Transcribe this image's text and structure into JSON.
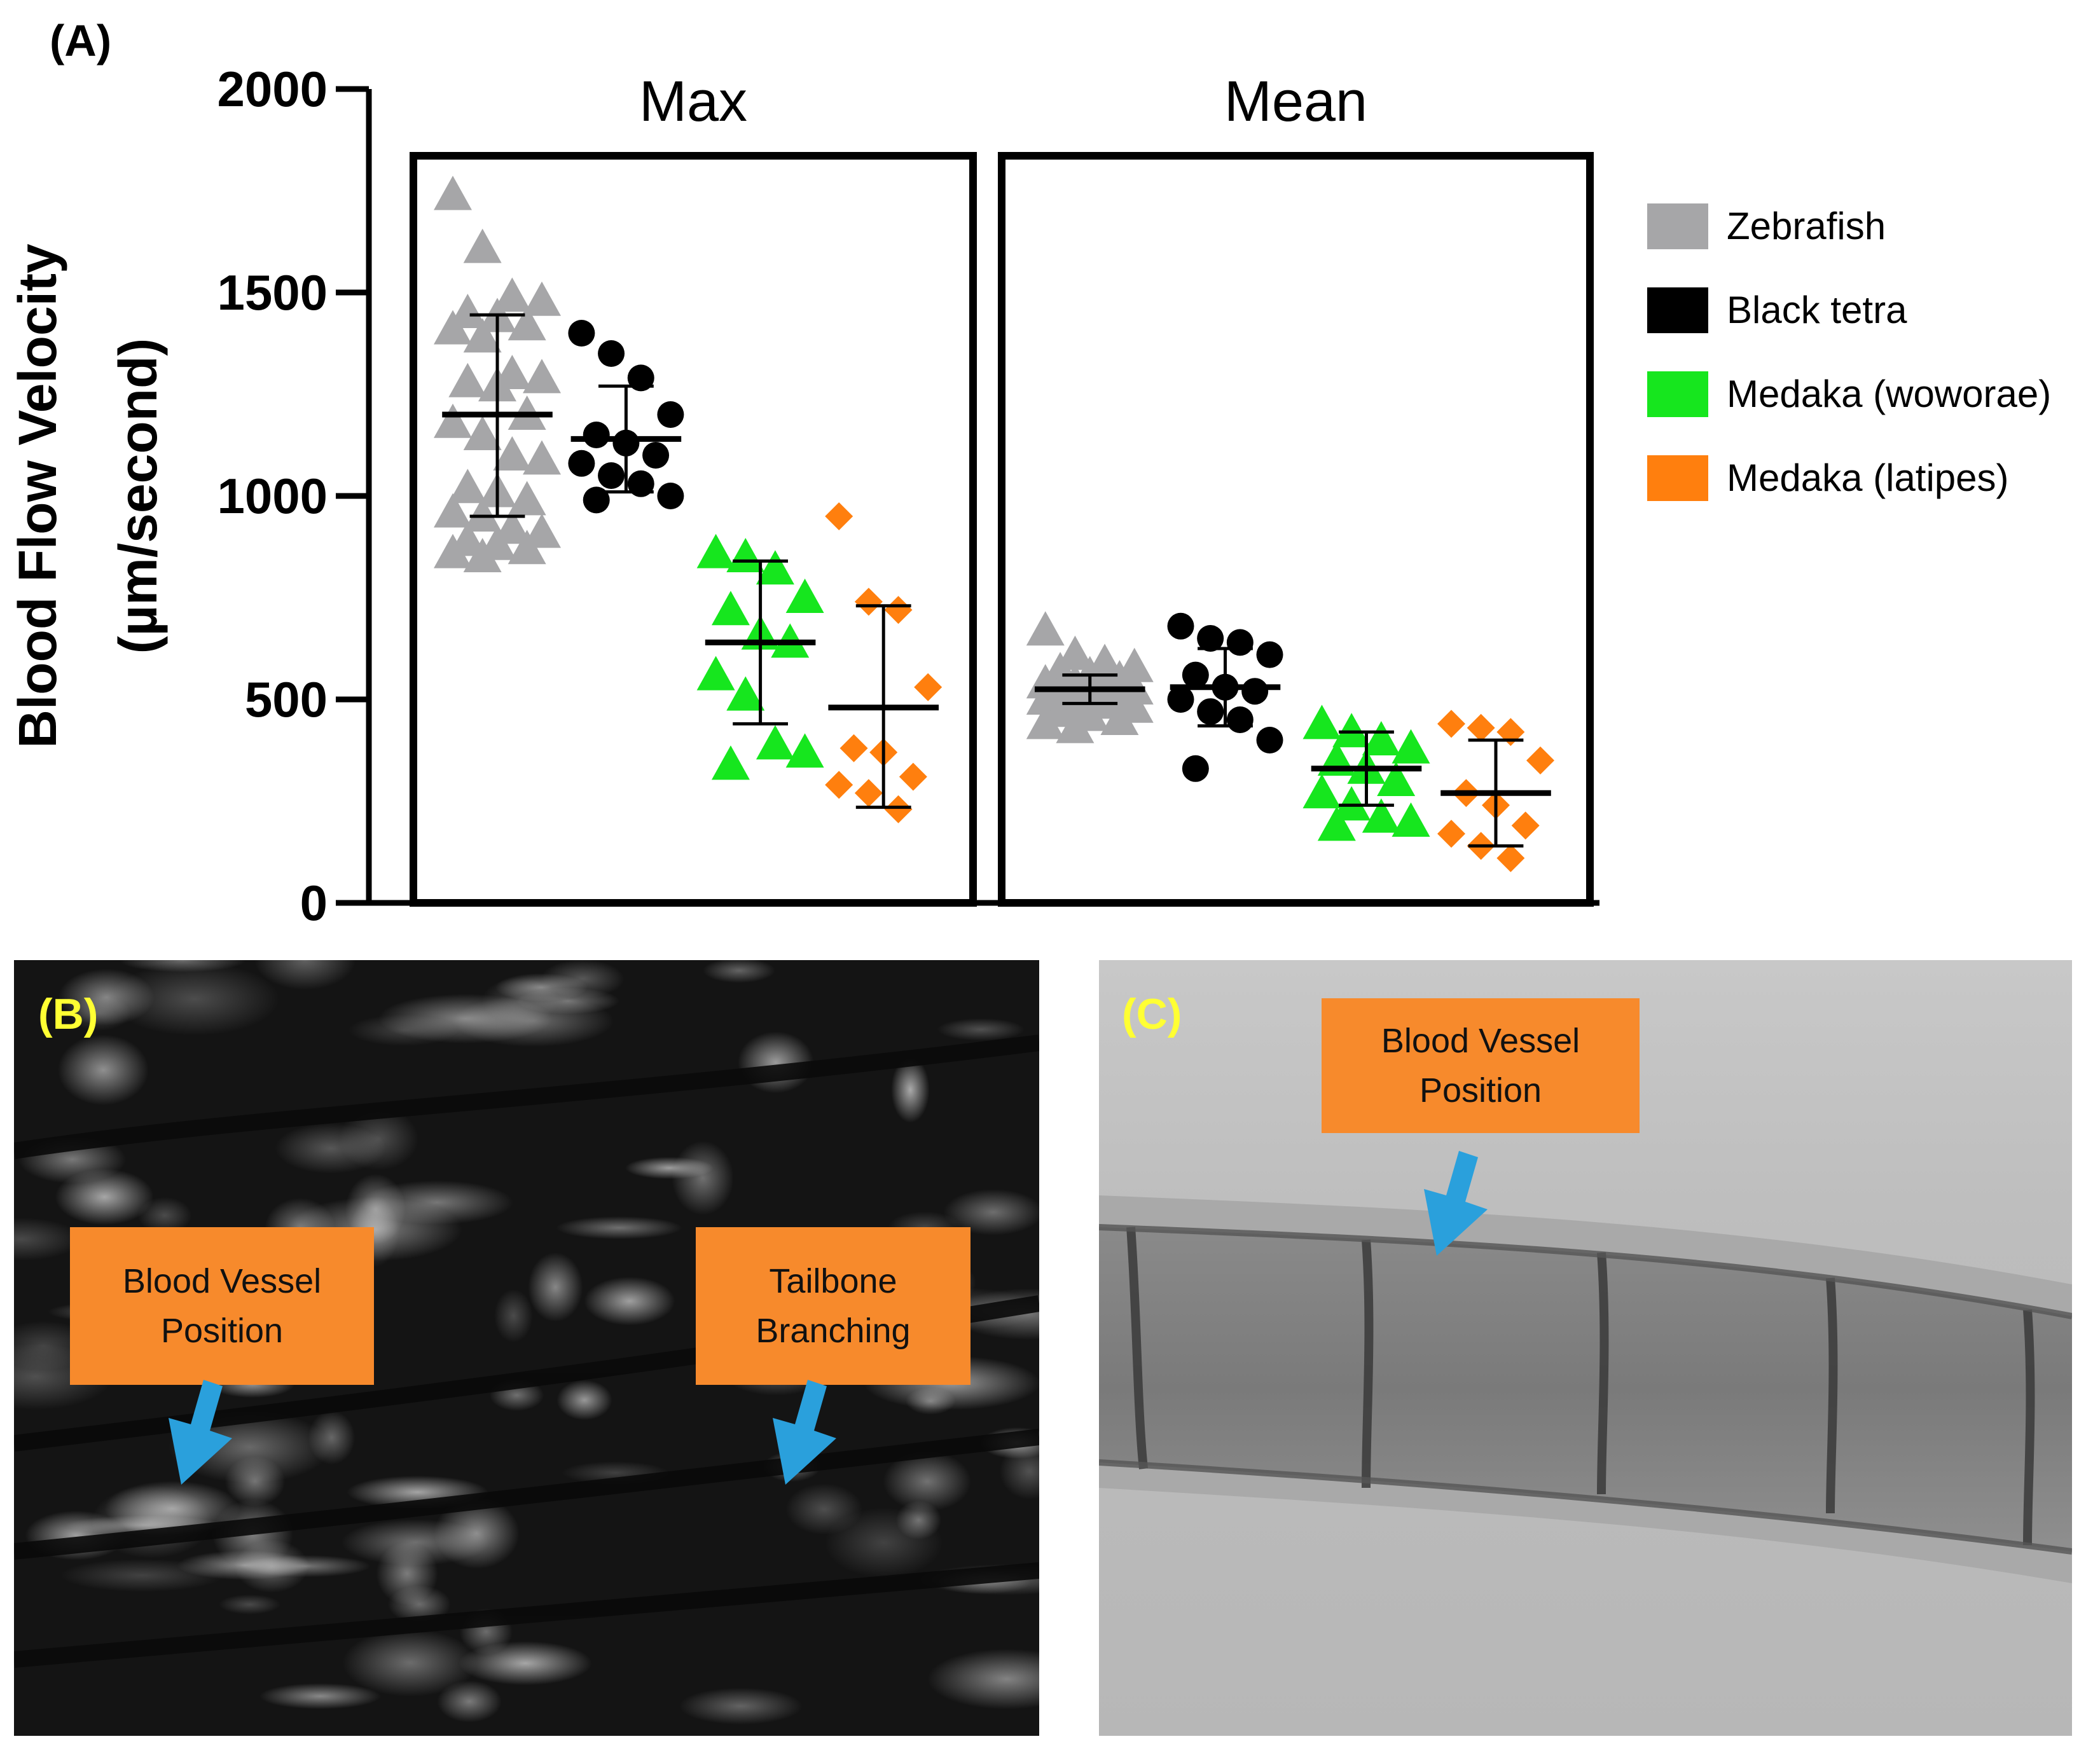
{
  "panel_a": {
    "label": "(A)"
  },
  "chart_data": {
    "type": "scatter",
    "ylabel_line1": "Blood Flow Velocity",
    "ylabel_line2": "(µm/second)",
    "ylim": [
      0,
      2000
    ],
    "yticks": [
      "0",
      "500",
      "1000",
      "1500",
      "2000"
    ],
    "grid": false,
    "legend_position": "right",
    "groups": [
      {
        "title": "Max",
        "series": [
          {
            "name": "Zebrafish",
            "marker": "triangle",
            "color": "#a6a6a8",
            "mean": 1200,
            "sd_low": 950,
            "sd_high": 1445,
            "points": [
              1740,
              1610,
              1490,
              1480,
              1450,
              1440,
              1420,
              1410,
              1390,
              1300,
              1290,
              1280,
              1270,
              1200,
              1180,
              1150,
              1100,
              1090,
              1020,
              1010,
              990,
              960,
              950,
              920,
              910,
              890,
              880,
              870,
              860,
              850
            ]
          },
          {
            "name": "Black tetra",
            "marker": "circle",
            "color": "#000000",
            "mean": 1140,
            "sd_low": 1010,
            "sd_high": 1270,
            "points": [
              1400,
              1350,
              1290,
              1200,
              1150,
              1130,
              1100,
              1080,
              1050,
              1030,
              1000,
              990
            ]
          },
          {
            "name": "Medaka (woworae)",
            "marker": "triangle",
            "color": "#16e61e",
            "mean": 640,
            "sd_low": 440,
            "sd_high": 840,
            "points": [
              860,
              850,
              820,
              750,
              720,
              660,
              640,
              560,
              510,
              390,
              370,
              340
            ]
          },
          {
            "name": "Medaka (latipes)",
            "marker": "diamond",
            "color": "#ff7f0e",
            "mean": 480,
            "sd_low": 235,
            "sd_high": 730,
            "points": [
              950,
              740,
              720,
              530,
              380,
              370,
              310,
              290,
              270,
              230
            ]
          }
        ]
      },
      {
        "title": "Mean",
        "series": [
          {
            "name": "Zebrafish",
            "marker": "triangle",
            "color": "#a6a6a8",
            "mean": 525,
            "sd_low": 490,
            "sd_high": 560,
            "points": [
              670,
              610,
              590,
              580,
              570,
              560,
              550,
              540,
              540,
              530,
              525,
              520,
              515,
              510,
              500,
              495,
              490,
              480,
              470,
              460,
              450,
              440,
              430
            ]
          },
          {
            "name": "Black tetra",
            "marker": "circle",
            "color": "#000000",
            "mean": 530,
            "sd_low": 435,
            "sd_high": 625,
            "points": [
              680,
              650,
              640,
              610,
              560,
              530,
              520,
              500,
              470,
              450,
              400,
              330
            ]
          },
          {
            "name": "Medaka (woworae)",
            "marker": "triangle",
            "color": "#16e61e",
            "mean": 330,
            "sd_low": 240,
            "sd_high": 420,
            "points": [
              440,
              420,
              400,
              380,
              350,
              330,
              300,
              270,
              240,
              210,
              200,
              190
            ]
          },
          {
            "name": "Medaka (latipes)",
            "marker": "diamond",
            "color": "#ff7f0e",
            "mean": 270,
            "sd_low": 140,
            "sd_high": 400,
            "points": [
              440,
              430,
              420,
              350,
              270,
              240,
              190,
              170,
              140,
              110
            ]
          }
        ]
      }
    ],
    "legend": [
      {
        "label": "Zebrafish",
        "color": "#a6a6a8"
      },
      {
        "label": "Black tetra",
        "color": "#000000"
      },
      {
        "label": "Medaka (woworae)",
        "color": "#16e61e"
      },
      {
        "label": "Medaka (latipes)",
        "color": "#ff7f0e"
      }
    ]
  },
  "panel_b": {
    "label": "(B)",
    "callout_left": {
      "line1": "Blood Vessel",
      "line2": "Position"
    },
    "callout_right": {
      "line1": "Tailbone",
      "line2": "Branching"
    },
    "arrow_color": "#2aa0dc",
    "callout_color": "#f78a2c"
  },
  "panel_c": {
    "label": "(C)",
    "callout": {
      "line1": "Blood Vessel",
      "line2": "Position"
    },
    "arrow_color": "#2aa0dc"
  }
}
